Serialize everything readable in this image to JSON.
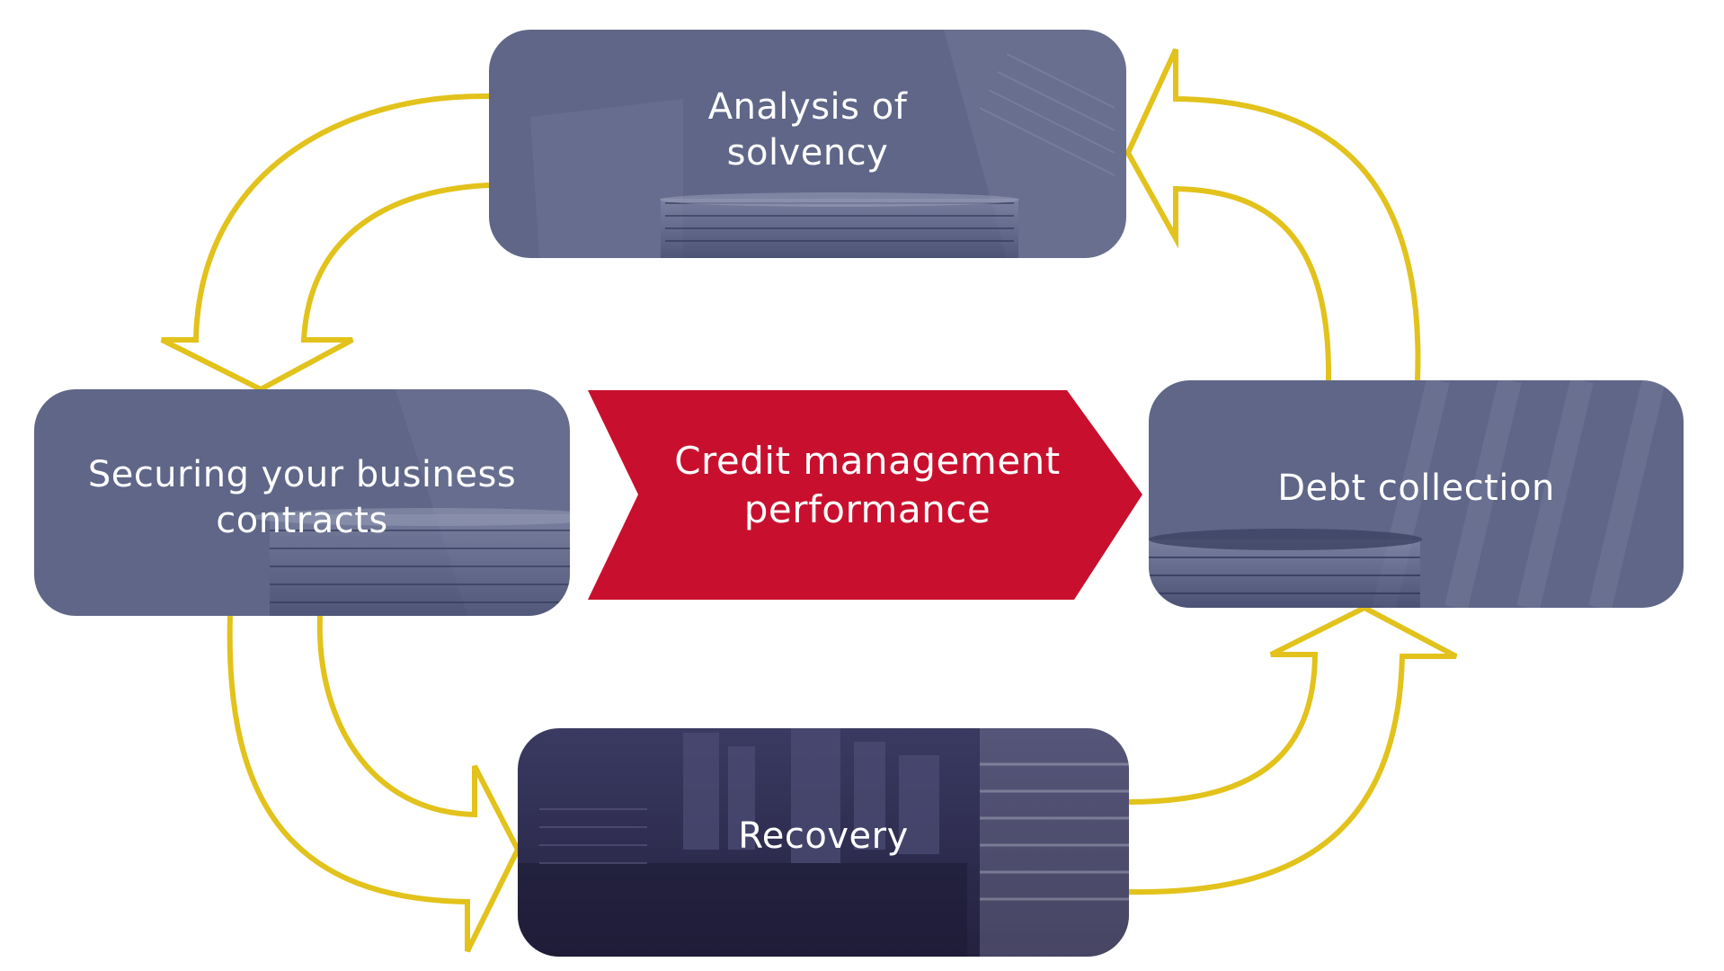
{
  "nodes": {
    "analysis": {
      "label": "Analysis of\nsolvency"
    },
    "securing": {
      "label": "Securing your business\ncontracts"
    },
    "debt": {
      "label": "Debt collection"
    },
    "recovery": {
      "label": "Recovery"
    },
    "center": {
      "label": "Credit management\nperformance"
    }
  },
  "colors": {
    "box": "#5f6688",
    "box_dark": "#2f2c52",
    "center": "#c8102e",
    "arrow": "#e2c21b",
    "text": "#ffffff"
  }
}
